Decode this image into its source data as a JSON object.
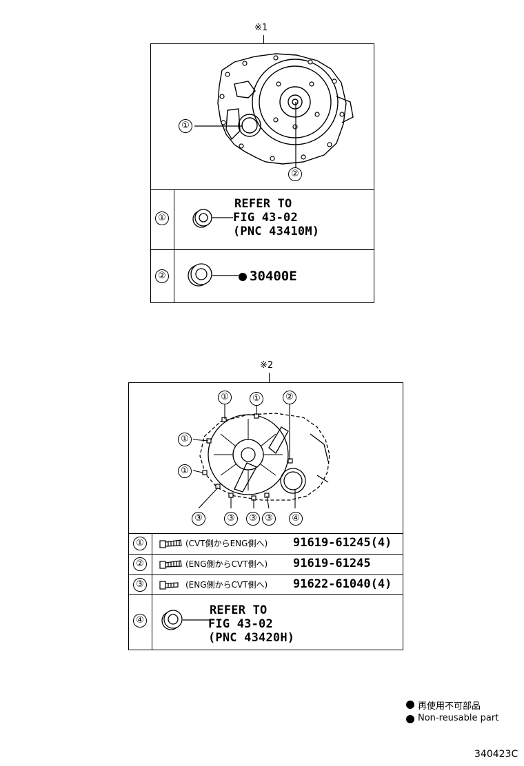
{
  "diagram1": {
    "mark": "※1",
    "callouts": [
      "①",
      "②"
    ],
    "rows": [
      {
        "num": "①",
        "ref_lines": [
          "REFER TO",
          "FIG 43-02",
          "(PNC 43410M)"
        ],
        "icon": "oil-seal-icon"
      },
      {
        "num": "②",
        "part_number": "30400E",
        "non_reusable": true,
        "icon": "oil-seal-icon"
      }
    ]
  },
  "diagram2": {
    "mark": "※2",
    "callouts": [
      "①",
      "①",
      "②",
      "①",
      "①",
      "③",
      "③",
      "③",
      "③",
      "④"
    ],
    "rows": [
      {
        "num": "①",
        "note": "(CVT側からENG側へ)",
        "part_number": "91619-61245(4)",
        "icon": "bolt-icon"
      },
      {
        "num": "②",
        "note": "(ENG側からCVT側へ)",
        "part_number": "91619-61245",
        "icon": "bolt-icon"
      },
      {
        "num": "③",
        "note": "(ENG側からCVT側へ)",
        "part_number": "91622-61040(4)",
        "icon": "bolt-icon"
      },
      {
        "num": "④",
        "ref_lines": [
          "REFER TO",
          "FIG 43-02",
          "(PNC 43420H)"
        ],
        "icon": "oil-seal-icon"
      }
    ]
  },
  "legend": {
    "ja": "再使用不可部品",
    "en": "Non-reusable part"
  },
  "figure_code": "340423C"
}
